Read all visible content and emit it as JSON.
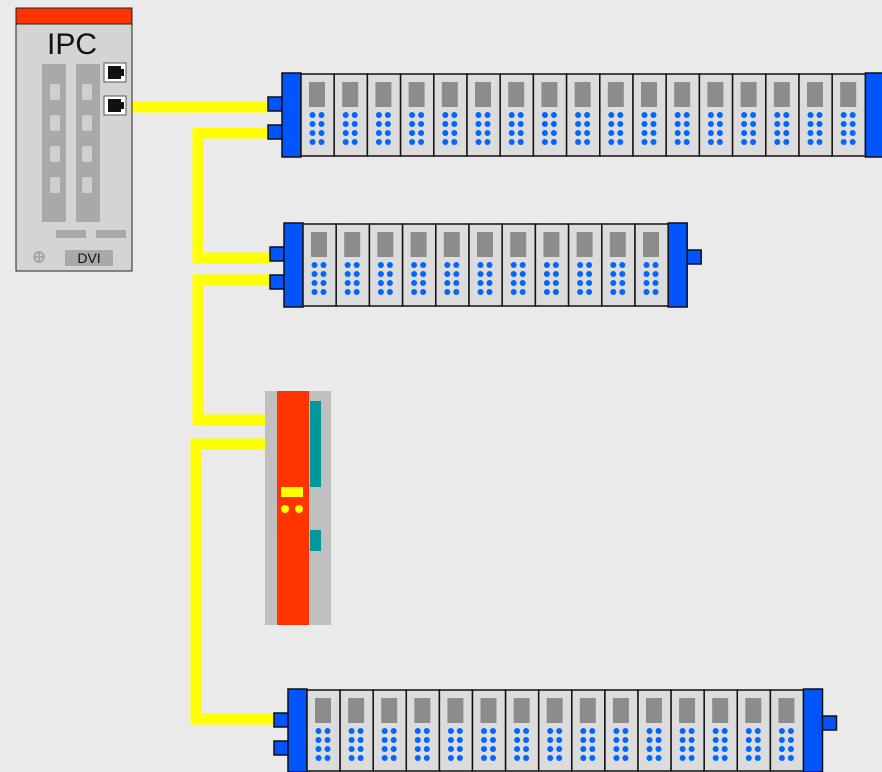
{
  "ipc": {
    "title": "IPC",
    "port_label": "DVI",
    "colors": {
      "header": "#ff3300",
      "body": "#d4d4d4",
      "slot": "#a9a9a9"
    }
  },
  "rails": [
    {
      "name": "rail-1",
      "terminal_count": 17,
      "has_end_tab": true
    },
    {
      "name": "rail-2",
      "terminal_count": 11,
      "has_end_tab": true
    },
    {
      "name": "rail-3",
      "terminal_count": 15,
      "has_end_tab": true
    }
  ],
  "coupler": {
    "name": "coupler-module"
  },
  "colors": {
    "background": "#eaeaea",
    "cable": "#ffff00",
    "rail_endcap": "#0055ff",
    "terminal_body": "#dcdcdc",
    "terminal_led": "#0066ff",
    "terminal_window": "#8c8c8c",
    "coupler_body": "#ff3300",
    "coupler_side": "#c0c0c0",
    "coupler_stripe": "#009999"
  }
}
